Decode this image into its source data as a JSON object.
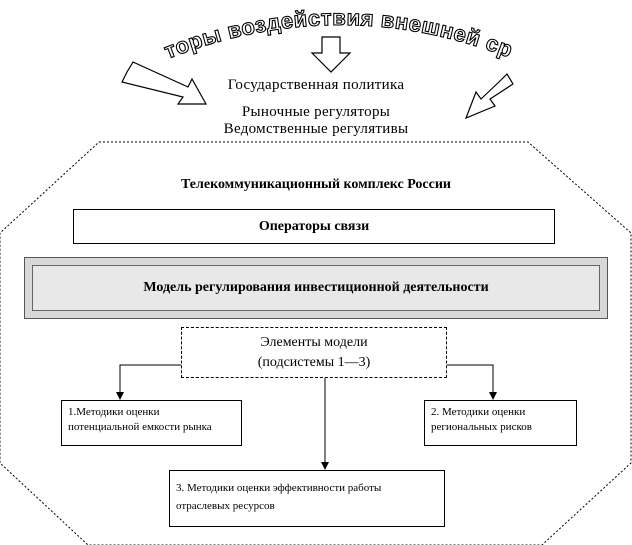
{
  "header": {
    "title": "Факторы воздействия внешней среды"
  },
  "external_factors": [
    "Государственная политика",
    "Рыночные регуляторы",
    "Ведомственные регулятивы"
  ],
  "complex": {
    "title": "Телекоммуникационный комплекс России",
    "operators": "Операторы связи",
    "model": "Модель регулирования инвестиционной деятельности",
    "elements_line1": "Элементы модели",
    "elements_line2": "(подсистемы 1—3)"
  },
  "methods": {
    "m1_line1": "1.Методики оценки",
    "m1_line2": "потенциальной емкости рынка",
    "m2_line1": "2. Методики оценки",
    "m2_line2": "региональных рисков",
    "m3_line1": "3. Методики оценки эффективности работы",
    "m3_line2": "отраслевых ресурсов"
  }
}
